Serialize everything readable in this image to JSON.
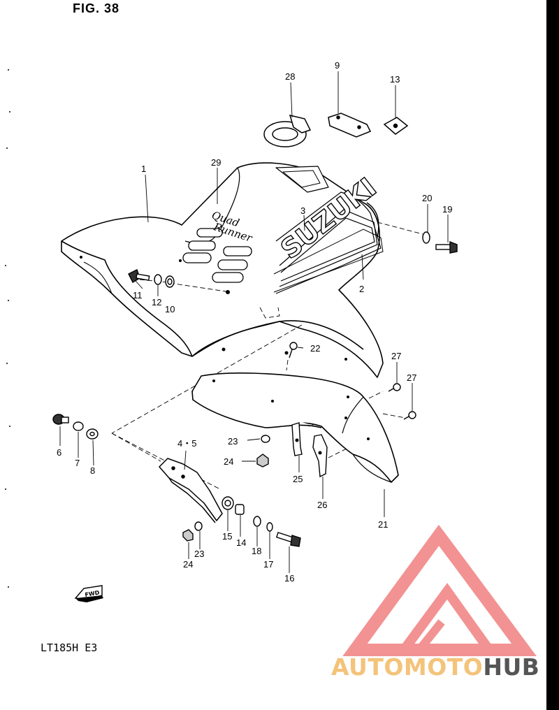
{
  "figure": {
    "title": "FIG. 38",
    "model_code": "LT185H  E3"
  },
  "callouts": [
    {
      "id": "c1",
      "label": "1"
    },
    {
      "id": "c2",
      "label": "2"
    },
    {
      "id": "c3",
      "label": "3"
    },
    {
      "id": "c45",
      "label": "4・5"
    },
    {
      "id": "c6",
      "label": "6"
    },
    {
      "id": "c7",
      "label": "7"
    },
    {
      "id": "c8",
      "label": "8"
    },
    {
      "id": "c9",
      "label": "9"
    },
    {
      "id": "c10",
      "label": "10"
    },
    {
      "id": "c11",
      "label": "11"
    },
    {
      "id": "c12",
      "label": "12"
    },
    {
      "id": "c13",
      "label": "13"
    },
    {
      "id": "c14",
      "label": "14"
    },
    {
      "id": "c15",
      "label": "15"
    },
    {
      "id": "c16",
      "label": "16"
    },
    {
      "id": "c17",
      "label": "17"
    },
    {
      "id": "c18",
      "label": "18"
    },
    {
      "id": "c19",
      "label": "19"
    },
    {
      "id": "c20",
      "label": "20"
    },
    {
      "id": "c21",
      "label": "21"
    },
    {
      "id": "c22",
      "label": "22"
    },
    {
      "id": "c23a",
      "label": "23"
    },
    {
      "id": "c23b",
      "label": "23"
    },
    {
      "id": "c24a",
      "label": "24"
    },
    {
      "id": "c24b",
      "label": "24"
    },
    {
      "id": "c25",
      "label": "25"
    },
    {
      "id": "c26",
      "label": "26"
    },
    {
      "id": "c27a",
      "label": "27"
    },
    {
      "id": "c27b",
      "label": "27"
    },
    {
      "id": "c28",
      "label": "28"
    },
    {
      "id": "c29",
      "label": "29"
    }
  ],
  "decal": {
    "suzuki": "SUZUKI",
    "quadrunner_line1": "Quad",
    "quadrunner_line2": "Runner"
  },
  "fwd_badge": "FWD",
  "watermark": {
    "text_a": "AUTOMOTO",
    "text_b": "HUB",
    "color_a": "#f4c37a",
    "color_b": "#555555",
    "logo_color": "#f08080"
  }
}
